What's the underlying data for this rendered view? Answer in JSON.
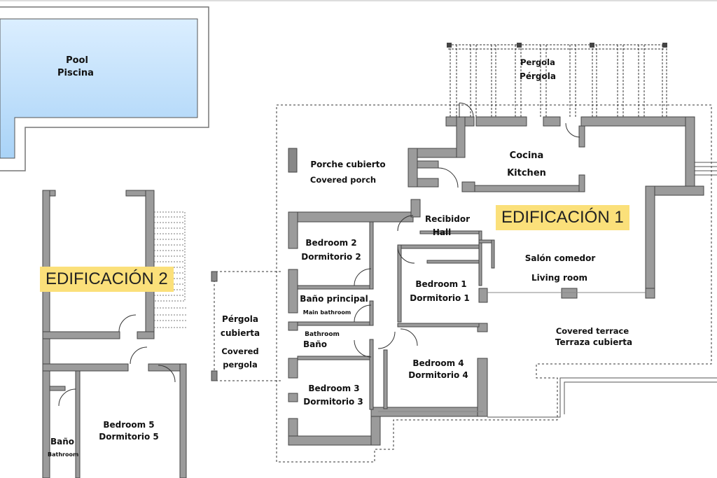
{
  "colors": {
    "wall": "#9b9b9b",
    "wall_outline": "#444444",
    "pool_top": "#dbeeff",
    "pool_bottom": "#a9d3f7",
    "badge": "#fbe07a"
  },
  "pool": {
    "en": "Pool",
    "es": "Piscina"
  },
  "buildings": {
    "b1": "EDIFICACIÓN 1",
    "b2": "EDIFICACIÓN 2"
  },
  "rooms": {
    "pergola": {
      "en": "Pergola",
      "es": "Pérgola"
    },
    "kitchen": {
      "es": "Cocina",
      "en": "Kitchen"
    },
    "porch": {
      "es": "Porche cubierto",
      "en": "Covered porch"
    },
    "hall": {
      "es": "Recibidor",
      "en": "Hall"
    },
    "living": {
      "es": "Salón comedor",
      "en": "Living room"
    },
    "bedroom2": {
      "en": "Bedroom 2",
      "es": "Dormitorio 2"
    },
    "main_bath": {
      "es": "Baño principal",
      "en": "Main bathroom"
    },
    "bedroom1": {
      "en": "Bedroom 1",
      "es": "Dormitorio 1"
    },
    "bathroom": {
      "en": "Bathroom",
      "es": "Baño"
    },
    "bedroom4": {
      "en": "Bedroom 4",
      "es": "Dormitorio 4"
    },
    "bedroom3": {
      "en": "Bedroom 3",
      "es": "Dormitorio 3"
    },
    "covered_pergola": {
      "es1": "Pérgola",
      "es2": "cubierta",
      "en1": "Covered",
      "en2": "pergola"
    },
    "terrace": {
      "en": "Covered terrace",
      "es": "Terraza cubierta"
    },
    "bedroom5": {
      "en": "Bedroom 5",
      "es": "Dormitorio 5"
    },
    "bath5": {
      "es": "Baño",
      "en": "Bathroom"
    }
  }
}
